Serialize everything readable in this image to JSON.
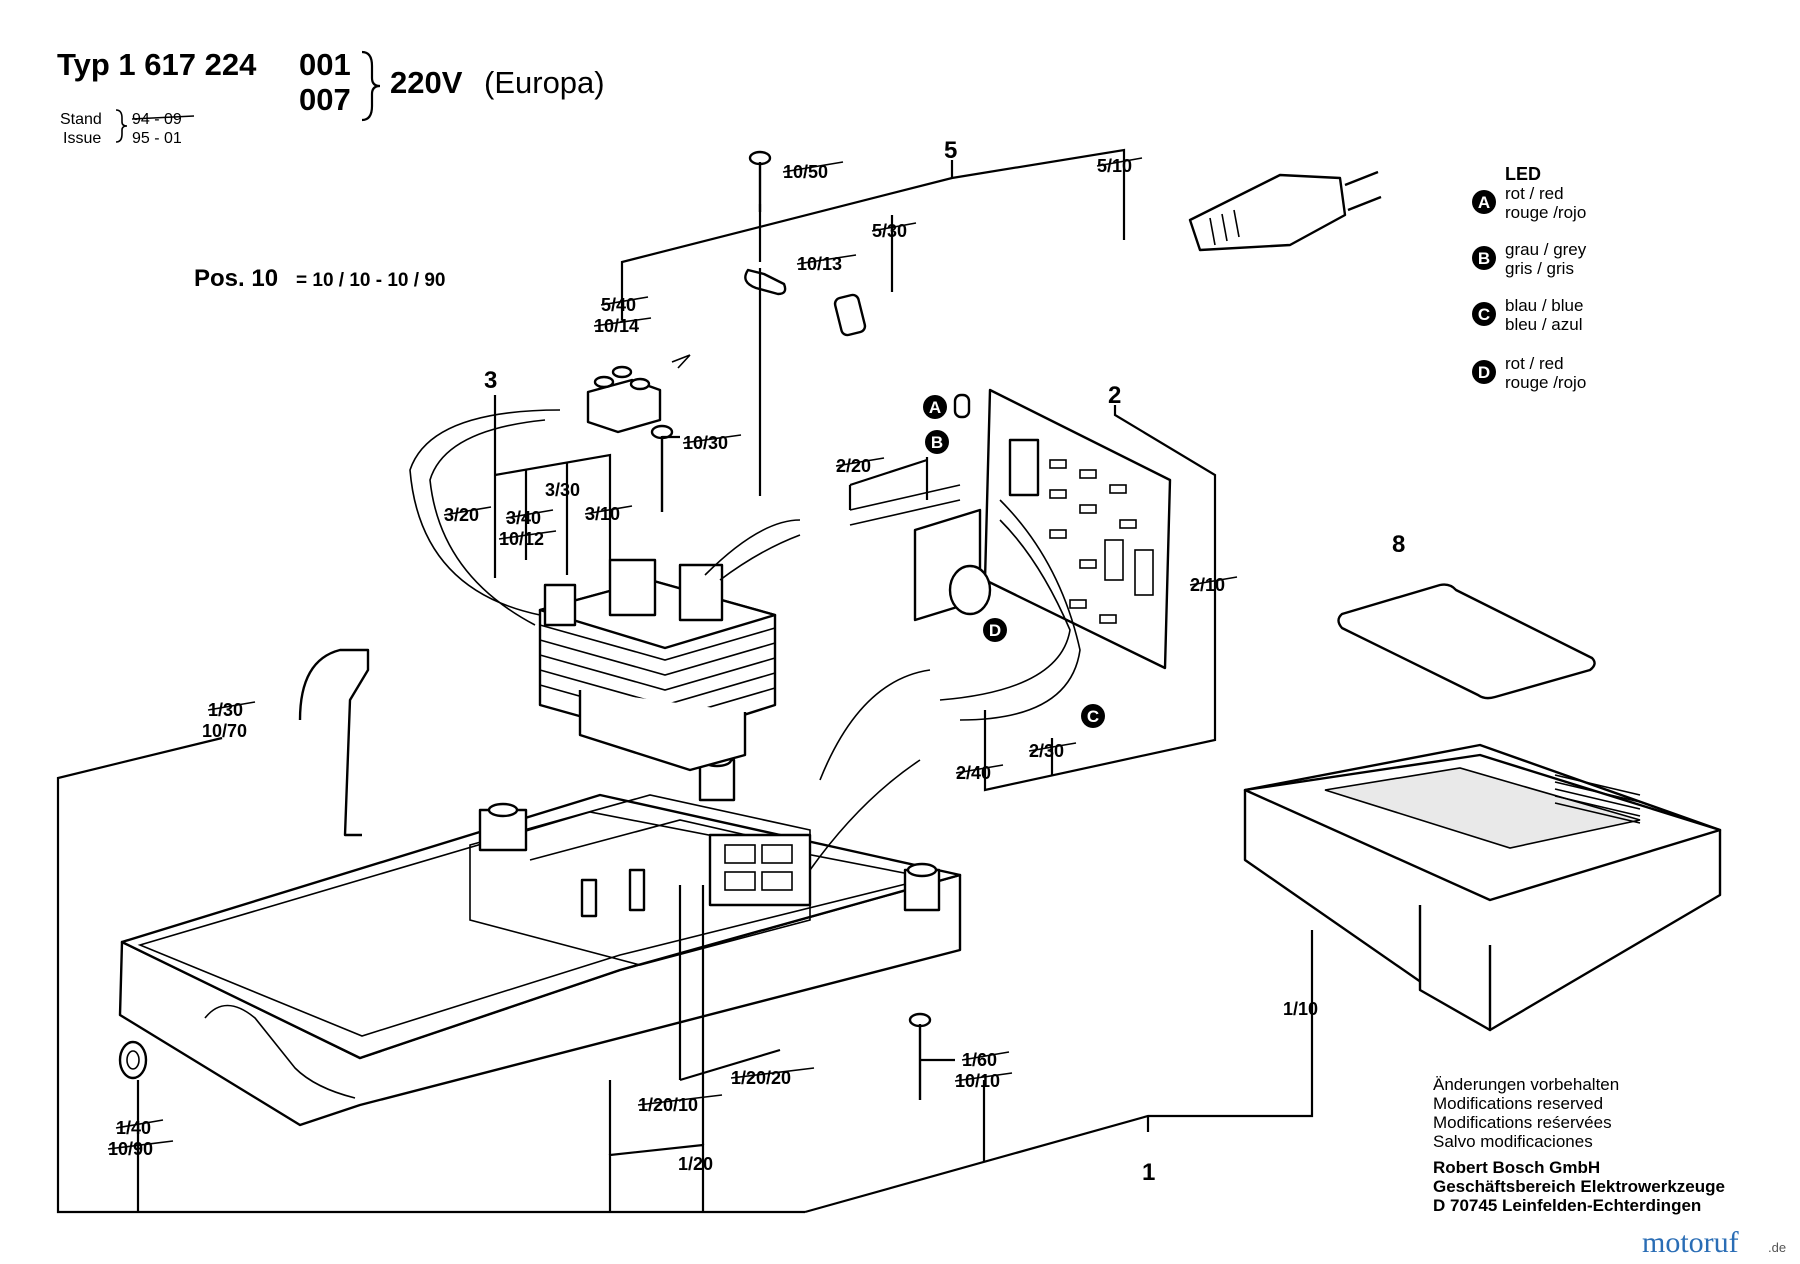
{
  "header": {
    "typ_prefix": "Typ 1 617 224",
    "typ_variant_1": "001",
    "typ_variant_2": "007",
    "voltage": "220V",
    "region": "(Europa)",
    "stand_label": "Stand",
    "issue_label": "Issue",
    "stand_value": "94 - 09",
    "issue_value": "95 - 01"
  },
  "pos_note": {
    "prefix": "Pos. 10",
    "range": "= 10 / 10 - 10 / 90"
  },
  "callouts": {
    "main_1": "1",
    "main_2": "2",
    "main_3": "3",
    "main_5": "5",
    "main_8": "8",
    "c_10_50": "10/50",
    "c_5_10": "5/10",
    "c_5_30": "5/30",
    "c_10_13": "10/13",
    "c_5_40": "5/40",
    "c_10_14": "10/14",
    "c_10_30": "10/30",
    "c_2_20": "2/20",
    "c_3_30": "3/30",
    "c_3_20": "3/20",
    "c_3_40": "3/40",
    "c_10_12": "10/12",
    "c_3_10": "3/10",
    "c_2_10": "2/10",
    "c_1_30": "1/30",
    "c_10_70": "10/70",
    "c_2_40": "2/40",
    "c_2_30": "2/30",
    "c_1_10": "1/10",
    "c_1_60": "1/60",
    "c_10_10": "10/10",
    "c_1_20_20": "1/20/20",
    "c_1_20_10": "1/20/10",
    "c_1_20": "1/20",
    "c_1_40": "1/40",
    "c_10_90": "10/90"
  },
  "led_legend": {
    "title": "LED",
    "items": [
      {
        "letter": "A",
        "line1": "rot / red",
        "line2": "rouge /rojo"
      },
      {
        "letter": "B",
        "line1": "grau / grey",
        "line2": "gris / gris"
      },
      {
        "letter": "C",
        "line1": "blau / blue",
        "line2": "bleu / azul"
      },
      {
        "letter": "D",
        "line1": "rot / red",
        "line2": "rouge /rojo"
      }
    ]
  },
  "led_markers": {
    "a": "A",
    "b": "B",
    "c": "C",
    "d": "D"
  },
  "footer": {
    "notice_de": "Änderungen vorbehalten",
    "notice_en": "Modifications reserved",
    "notice_fr": "Modifications reśervées",
    "notice_es": "Salvo modificaciones",
    "company": "Robert Bosch GmbH",
    "division": "Geschäftsbereich Elektrowerkzeuge",
    "address": "D 70745 Leinfelden-Echterdingen"
  },
  "watermark": {
    "text": "motoruf",
    "suffix": ".de",
    "color": "#2a6db5"
  }
}
